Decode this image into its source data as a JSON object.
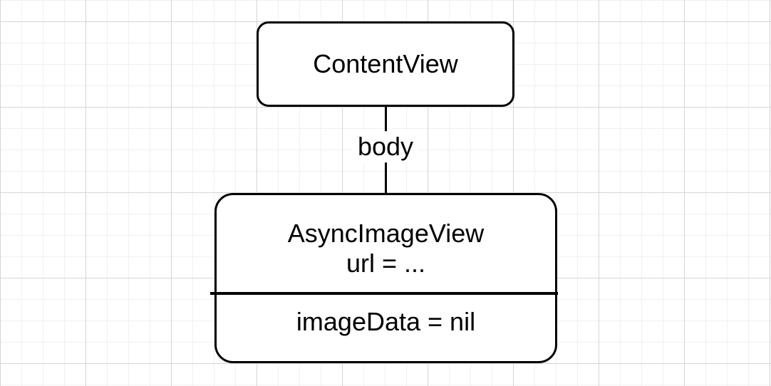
{
  "diagram": {
    "nodes": {
      "content_view": {
        "title": "ContentView"
      },
      "async_image_view": {
        "title": "AsyncImageView",
        "property_line": "url = ...",
        "state_line": "imageData = nil"
      }
    },
    "edge": {
      "label": "body"
    },
    "colors": {
      "stroke": "#000000",
      "node_fill": "#ffffff",
      "background": "#ffffff",
      "grid_minor": "#f0f0f0",
      "grid_major": "#d5d5d5"
    }
  }
}
